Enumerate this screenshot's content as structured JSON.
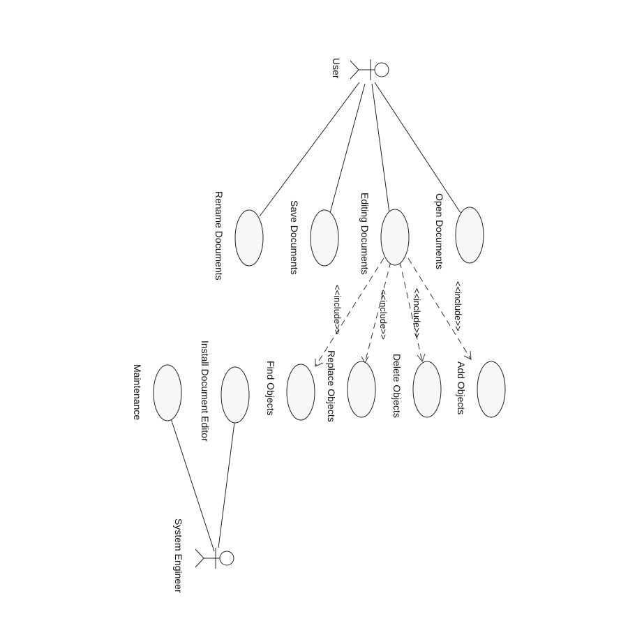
{
  "diagram": {
    "type": "use-case",
    "actors": {
      "user": "User",
      "engineer": "System Engineer"
    },
    "use_cases": {
      "rename": "Rename Documents",
      "save": "Save Documents",
      "editing": "Editing Documents",
      "open": "Open Documents",
      "find": "Find Objects",
      "replace": "Replace Objects",
      "delete": "Delete Objects",
      "add": "Add Objects",
      "install": "Install Document Editor",
      "maintenance": "Maintenance"
    },
    "stereotypes": {
      "include": "<<include>>"
    },
    "relations": [
      {
        "from": "User",
        "to": "Rename Documents",
        "kind": "association"
      },
      {
        "from": "User",
        "to": "Save Documents",
        "kind": "association"
      },
      {
        "from": "User",
        "to": "Editing Documents",
        "kind": "association"
      },
      {
        "from": "User",
        "to": "Open Documents",
        "kind": "association"
      },
      {
        "from": "Editing Documents",
        "to": "Find Objects",
        "kind": "include"
      },
      {
        "from": "Editing Documents",
        "to": "Replace Objects",
        "kind": "include"
      },
      {
        "from": "Editing Documents",
        "to": "Delete Objects",
        "kind": "include"
      },
      {
        "from": "Editing Documents",
        "to": "Add Objects",
        "kind": "include"
      },
      {
        "from": "System Engineer",
        "to": "Install Document Editor",
        "kind": "association"
      },
      {
        "from": "System Engineer",
        "to": "Maintenance",
        "kind": "association"
      }
    ]
  }
}
